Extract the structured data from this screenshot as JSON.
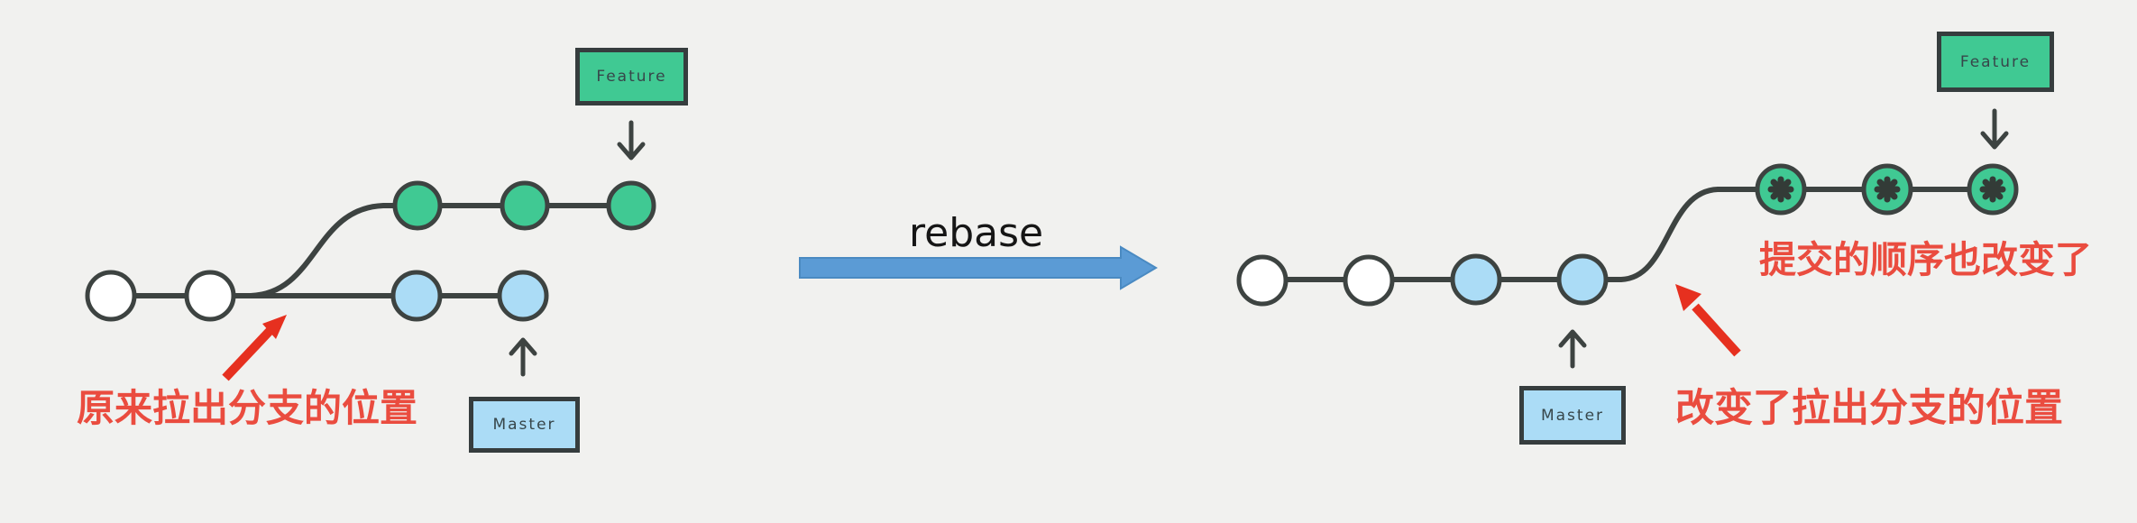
{
  "title": "git rebase branch diagram",
  "colors": {
    "background": "#f1f1ef",
    "node_stroke": "#3d4341",
    "commit_white": "#ffffff",
    "commit_blue": "#abdcf6",
    "commit_green": "#40c993",
    "red_annotation": "#ea4c3f",
    "red_arrow": "#e6301f",
    "rebase_arrow_blue": "#5b9bd5",
    "box_text": "#37464a",
    "rebase_text": "#161616"
  },
  "center": {
    "rebase_label": "rebase"
  },
  "left_diagram": {
    "feature_label": "Feature",
    "master_label": "Master",
    "annotation": "原来拉出分支的位置",
    "shared_commit_count": 2,
    "master_commit_count": 2,
    "feature_commit_count": 3
  },
  "right_diagram": {
    "feature_label": "Feature",
    "master_label": "Master",
    "annotation_order": "提交的顺序也改变了",
    "annotation_branch": "改变了拉出分支的位置",
    "shared_commit_count": 2,
    "master_commit_count": 2,
    "feature_commit_count": 3,
    "feature_commits_marked": true
  }
}
